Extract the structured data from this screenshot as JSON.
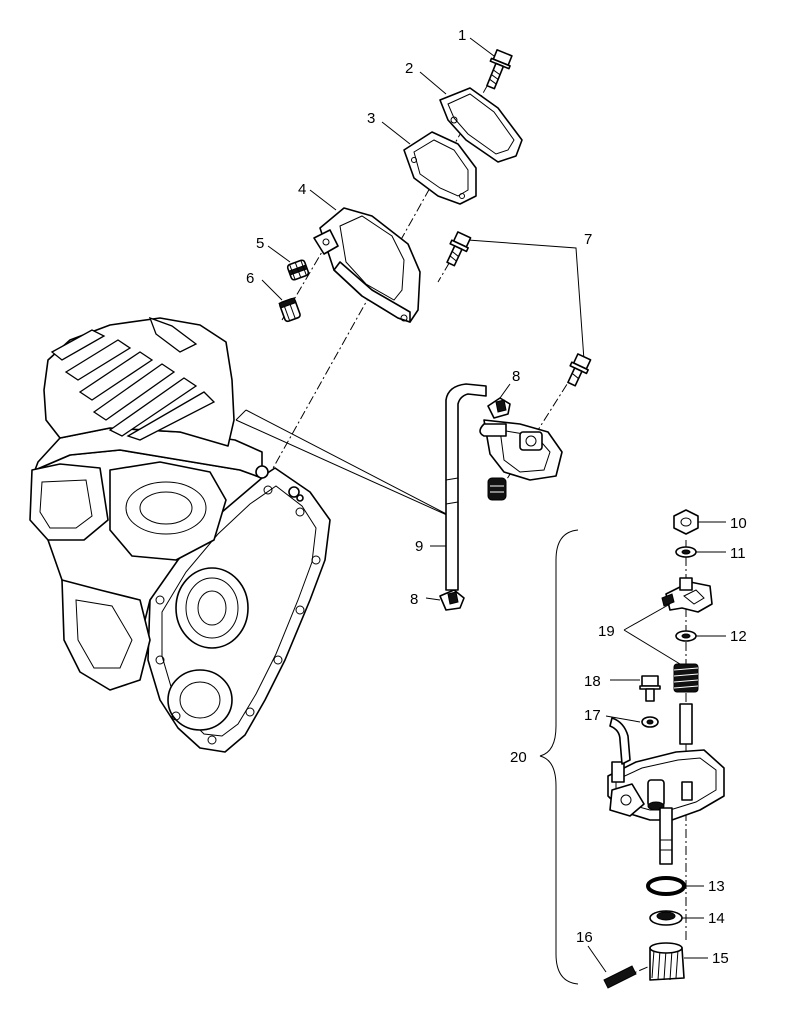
{
  "callouts": [
    "1",
    "2",
    "3",
    "4",
    "5",
    "6",
    "7",
    "8",
    "8",
    "9",
    "10",
    "11",
    "12",
    "13",
    "14",
    "15",
    "16",
    "17",
    "18",
    "19",
    "20"
  ],
  "icons": {
    "engine": "engine-block-icon",
    "pump": "oil-pump-icon"
  }
}
